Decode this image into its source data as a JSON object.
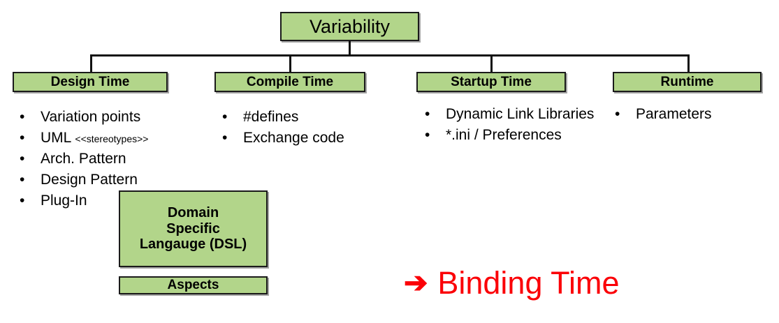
{
  "diagram": {
    "root": {
      "label": "Variability"
    },
    "categories": [
      {
        "title": "Design Time"
      },
      {
        "title": "Compile Time"
      },
      {
        "title": "Startup Time"
      },
      {
        "title": "Runtime"
      }
    ],
    "lists": {
      "design_time": [
        {
          "text": "Variation points",
          "note": ""
        },
        {
          "text": "UML ",
          "note": "<<stereotypes>>"
        },
        {
          "text": "Arch. Pattern",
          "note": ""
        },
        {
          "text": "Design Pattern",
          "note": ""
        },
        {
          "text": "Plug-In",
          "note": ""
        }
      ],
      "compile_time": [
        {
          "text": "#defines",
          "note": ""
        },
        {
          "text": "Exchange code",
          "note": ""
        }
      ],
      "startup_time": [
        {
          "text": "Dynamic Link Libraries",
          "note": ""
        },
        {
          "text": "*.ini / Preferences",
          "note": ""
        }
      ],
      "runtime": [
        {
          "text": "Parameters",
          "note": ""
        }
      ]
    },
    "extra_boxes": [
      {
        "label": "Domain Specific Langauge (DSL)",
        "line1": "Domain",
        "line2": "Specific",
        "line3": "Langauge (DSL)"
      },
      {
        "label": "Aspects"
      }
    ],
    "callout": {
      "arrow_glyph": "➔",
      "arrow_icon_name": "right-arrow-icon",
      "label": "Binding Time"
    },
    "bullet_glyph": "•",
    "colors": {
      "box_fill": "#b2d58a",
      "box_border": "#1a1a1a",
      "connector": "#111111",
      "callout_red": "#fb0007",
      "text": "#000000",
      "background": "#ffffff"
    }
  }
}
